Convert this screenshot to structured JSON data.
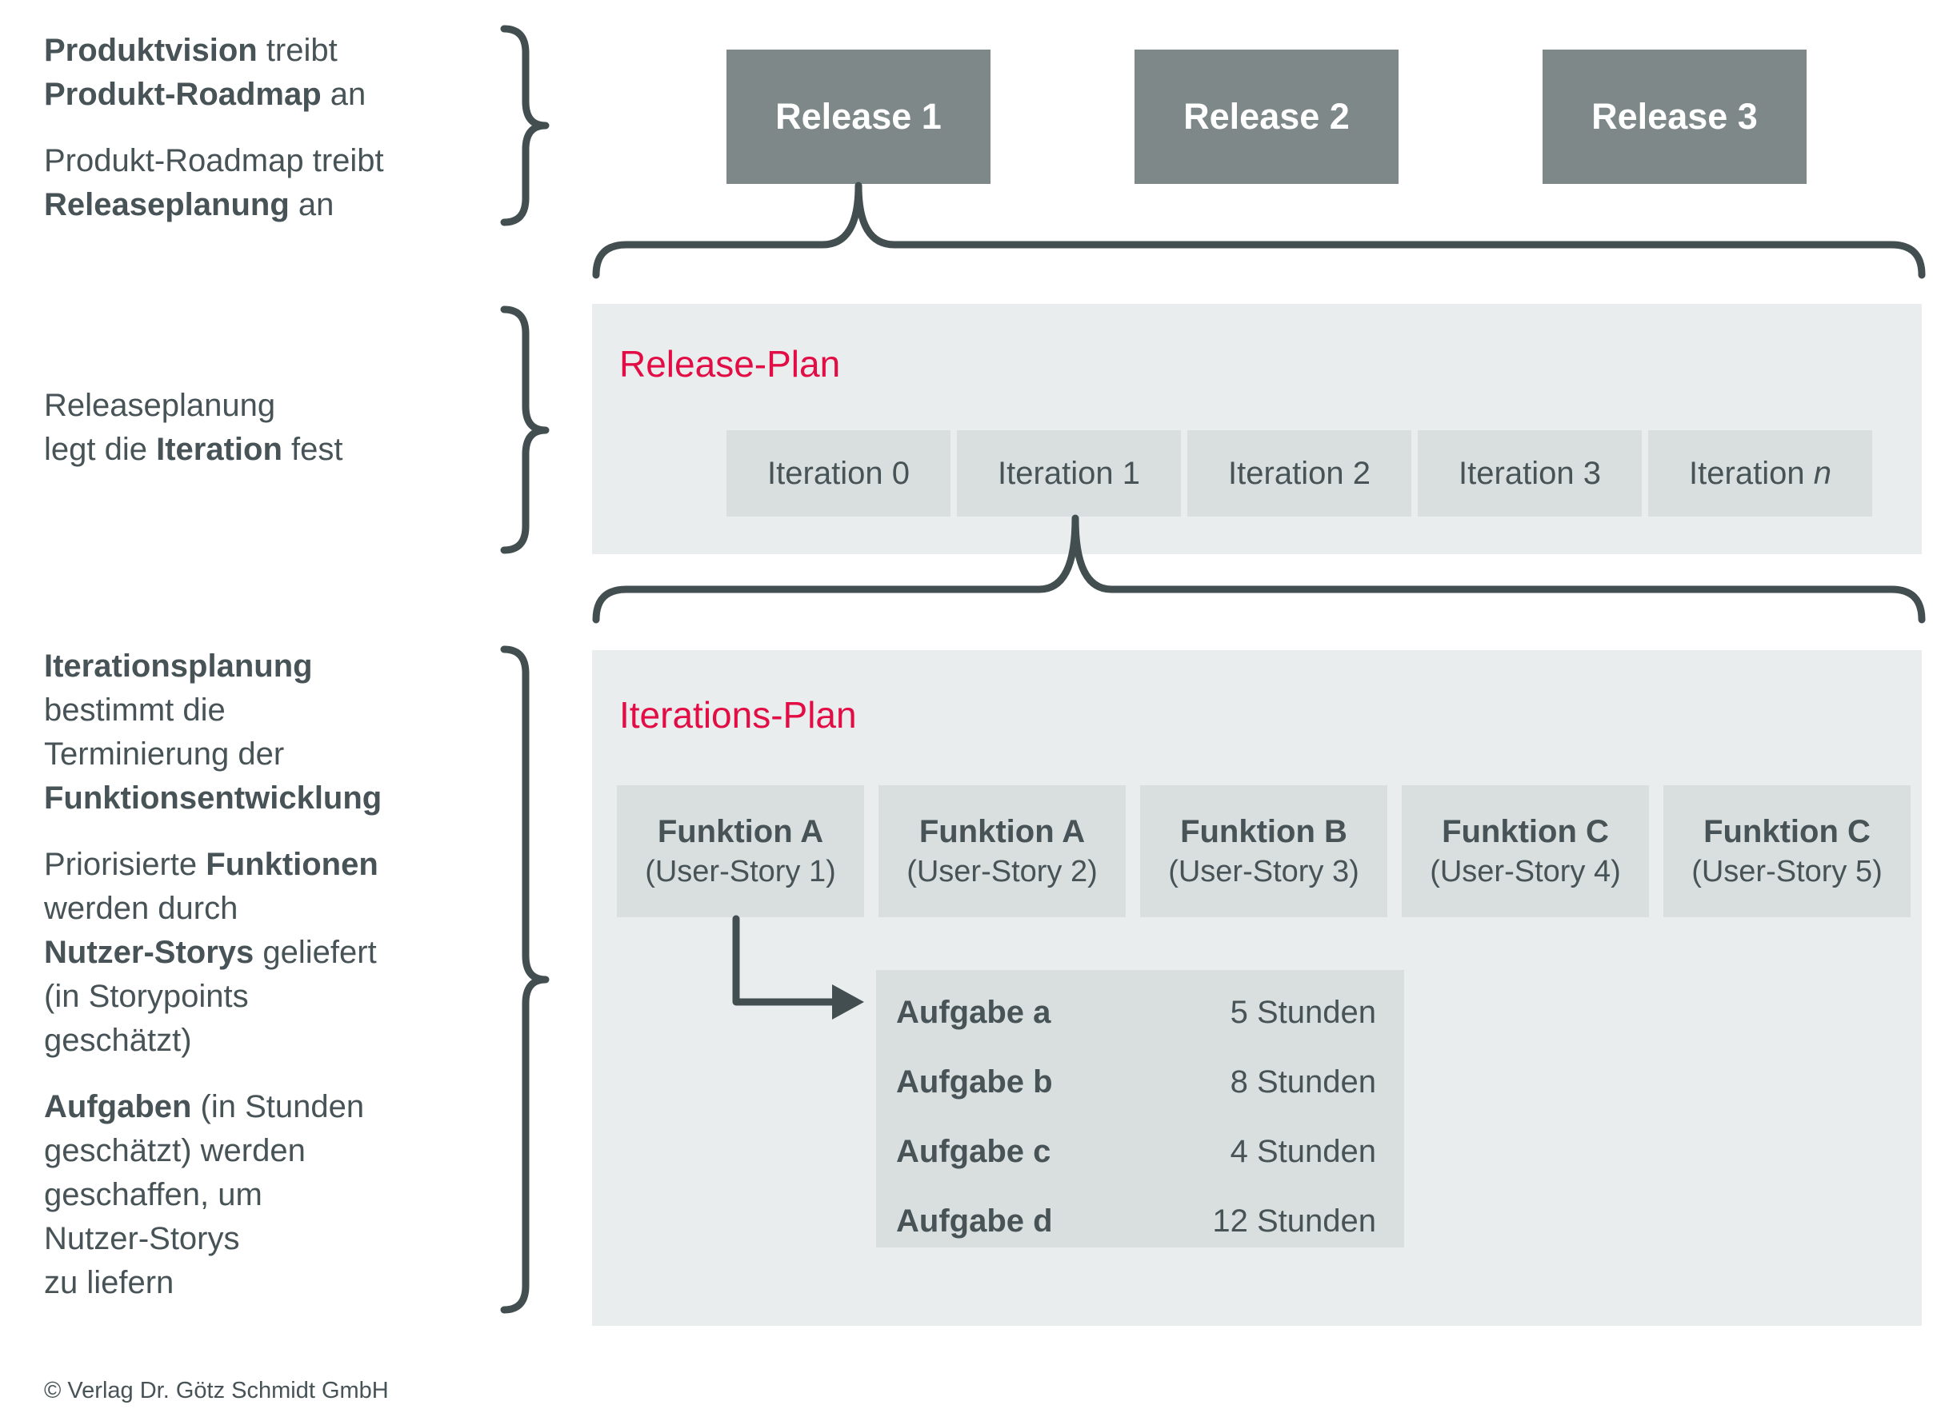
{
  "colors": {
    "text_dark": "#475356",
    "stroke": "#434e50",
    "release_box_bg": "#7e8889",
    "release_box_text": "#ffffff",
    "panel_bg": "#e9edee",
    "cell_bg": "#d9dfde",
    "accent_red": "#e20d45",
    "page_bg": "#ffffff"
  },
  "annotations": {
    "block1": {
      "lines": [
        {
          "bold": "Produktvision",
          "post": " treibt"
        },
        {
          "bold": "Produkt-Roadmap",
          "post": " an"
        },
        {
          "pre": "Produkt-Roadmap treibt"
        },
        {
          "bold": "Releaseplanung",
          "post": " an"
        }
      ]
    },
    "block2": {
      "lines": [
        {
          "pre": "Releaseplanung"
        },
        {
          "pre": "legt die ",
          "bold": "Iteration",
          "post": " fest"
        }
      ]
    },
    "block3": {
      "lines": [
        {
          "bold": "Iterationsplanung"
        },
        {
          "pre": "bestimmt die"
        },
        {
          "pre": "Terminierung der"
        },
        {
          "bold": "Funktionsentwicklung"
        },
        {
          "pre": "Priorisierte ",
          "bold": "Funktionen"
        },
        {
          "pre": "werden durch"
        },
        {
          "bold": "Nutzer-Storys",
          "post": " geliefert"
        },
        {
          "pre": "(in Storypoints"
        },
        {
          "pre": "geschätzt)"
        },
        {
          "bold": "Aufgaben",
          "post": " (in Stunden"
        },
        {
          "pre": "geschätzt) werden"
        },
        {
          "pre": "geschaffen, um"
        },
        {
          "pre": "Nutzer-Storys"
        },
        {
          "pre": "zu liefern"
        }
      ]
    }
  },
  "releases": [
    "Release 1",
    "Release 2",
    "Release 3"
  ],
  "release_plan": {
    "title": "Release-Plan",
    "iterations": [
      "Iteration 0",
      "Iteration 1",
      "Iteration 2",
      "Iteration 3"
    ],
    "iteration_n_prefix": "Iteration ",
    "iteration_n_char": "n"
  },
  "iteration_plan": {
    "title": "Iterations-Plan",
    "functions": [
      {
        "name": "Funktion A",
        "story": "(User-Story 1)"
      },
      {
        "name": "Funktion A",
        "story": "(User-Story 2)"
      },
      {
        "name": "Funktion B",
        "story": "(User-Story 3)"
      },
      {
        "name": "Funktion C",
        "story": "(User-Story 4)"
      },
      {
        "name": "Funktion C",
        "story": "(User-Story 5)"
      }
    ],
    "tasks": [
      {
        "name": "Aufgabe a",
        "hours": "5 Stunden"
      },
      {
        "name": "Aufgabe b",
        "hours": "8 Stunden"
      },
      {
        "name": "Aufgabe c",
        "hours": "4 Stunden"
      },
      {
        "name": "Aufgabe d",
        "hours": "12 Stunden"
      }
    ]
  },
  "footer": {
    "copyright": "© Verlag Dr. Götz Schmidt GmbH"
  }
}
